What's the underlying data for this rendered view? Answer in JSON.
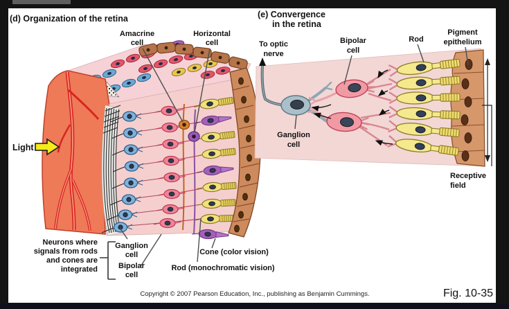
{
  "figure": {
    "panel_d": {
      "title": "(d) Organization of the retina",
      "labels": {
        "amacrine_cell": [
          "Amacrine",
          "cell"
        ],
        "horizontal_cell": [
          "Horizontal",
          "cell"
        ],
        "light": "Light",
        "integration_note": [
          "Neurons where",
          "signals from rods",
          "and cones are",
          "integrated"
        ],
        "ganglion_cell": [
          "Ganglion",
          "cell"
        ],
        "bipolar_cell": [
          "Bipolar",
          "cell"
        ],
        "cone": "Cone (color vision)",
        "rod": "Rod (monochromatic vision)"
      }
    },
    "panel_e": {
      "title": [
        "(e) Convergence",
        "in the retina"
      ],
      "labels": {
        "to_optic_nerve": [
          "To optic",
          "nerve"
        ],
        "bipolar_cell": [
          "Bipolar",
          "cell"
        ],
        "rod": "Rod",
        "pigment_epithelium": [
          "Pigment",
          "epithelium"
        ],
        "ganglion_cell": [
          "Ganglion",
          "cell"
        ],
        "receptive_field": [
          "Receptive",
          "field"
        ]
      }
    },
    "footer": {
      "copyright": "Copyright © 2007 Pearson Education, Inc., publishing as Benjamin Cummings.",
      "figure_number": "Fig. 10-35"
    },
    "colors": {
      "rod_yellow": "#f2e17b",
      "cone_purple": "#a55fba",
      "bipolar_pink": "#ee8396",
      "ganglion_blue": "#7fb2d9",
      "amacrine_orange": "#d9812e",
      "horizontal_purple": "#9b59b6",
      "pigment_brown": "#cd8a5c",
      "choroid_salmon": "#ee7a58",
      "retina_pink": "#f4cfce",
      "light_arrow_yellow": "#f4ea1c"
    }
  }
}
